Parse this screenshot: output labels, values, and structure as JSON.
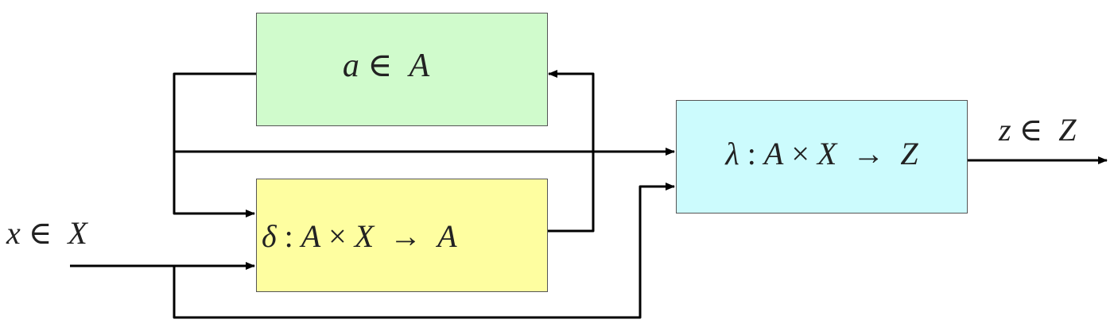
{
  "diagram": {
    "type": "block-diagram",
    "title": "Mealy machine",
    "colors": {
      "state_box": "#d0fbcc",
      "transition_box": "#fefea0",
      "output_box": "#ccfbfd",
      "line": "#000000"
    },
    "blocks": {
      "state": {
        "symbol": "a",
        "rel": "∈",
        "set": "A"
      },
      "transition": {
        "fn": "δ",
        "colon": ":",
        "a": "A",
        "times": "×",
        "x": "X",
        "arrow": "→",
        "result": "A"
      },
      "output": {
        "fn": "λ",
        "colon": ":",
        "a": "A",
        "times": "×",
        "x": "X",
        "arrow": "→",
        "result": "Z"
      }
    },
    "input_label": {
      "symbol": "x",
      "rel": "∈",
      "set": "X"
    },
    "output_label": {
      "symbol": "z",
      "rel": "∈",
      "set": "Z"
    },
    "connections": [
      {
        "from": "input",
        "to": "transition"
      },
      {
        "from": "input",
        "to": "output"
      },
      {
        "from": "state",
        "to": "transition"
      },
      {
        "from": "state",
        "to": "output"
      },
      {
        "from": "transition",
        "to": "state"
      },
      {
        "from": "output",
        "to": "external"
      }
    ]
  }
}
